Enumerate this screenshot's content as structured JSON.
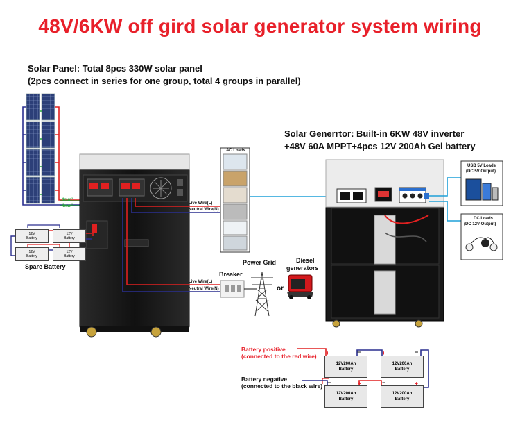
{
  "title": "48V/6KW off gird solar generator system wiring",
  "solar_panel": {
    "line1": "Solar Panel: Total 8pcs  330W solar panel",
    "line2": "(2pcs connect in series for one group, total 4 groups in parallel)"
  },
  "generator": {
    "line1": "Solar Generrtor: Built-in 6KW 48V inverter",
    "line2": "+48V 60A MPPT+4pcs 12V 200Ah Gel battery"
  },
  "wire_gauge_top": "4mm²",
  "wire_gauge_bottom": "4mm²",
  "ac_loads_label": "AC Loads",
  "live_wire_label": "Live Wire(L)",
  "neutral_wire_label": "Neutral Wire(N)",
  "usb_loads": {
    "line1": "USB 5V Loads",
    "line2": "(DC 5V Output)"
  },
  "dc_loads": {
    "line1": "DC Loads",
    "line2": "(DC 12V Output)"
  },
  "spare_battery_label": "Spare Battery",
  "spare_battery_top": "12V",
  "spare_battery_bottom": "Battery",
  "power_grid_label": "Power Grid",
  "diesel_line1": "Diesel",
  "diesel_line2": "generators",
  "breaker_label": "Breaker",
  "or_label": "or",
  "battery_positive": {
    "line1": "Battery positive",
    "line2": "(connected to the red wire)"
  },
  "battery_negative": {
    "line1": "Battery negative",
    "line2": "(connected to the black wire)"
  },
  "big_battery_top": "12V200Ah",
  "big_battery_bottom": "Battery",
  "plus_sign": "+",
  "minus_sign": "−",
  "colors": {
    "title_red": "#e8202a",
    "wire_red": "#e02020",
    "wire_blue": "#2a2f8f",
    "wire_cyan": "#1fa0d8",
    "wire_green": "#25a53a",
    "panel_blue": "#2c3f78",
    "cabinet_black": "#1c1c1c",
    "cabinet_white": "#eeeeee"
  }
}
